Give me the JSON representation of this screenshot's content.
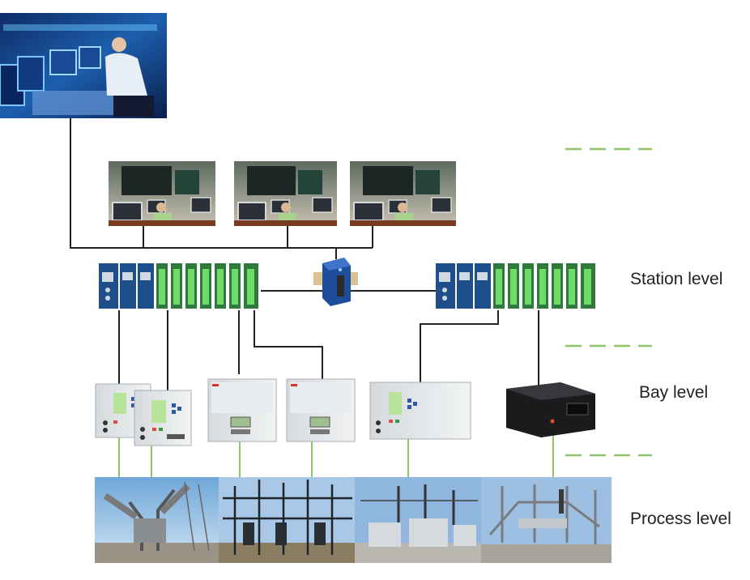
{
  "levels": {
    "station": "Station level",
    "bay": "Bay level",
    "process": "Process level"
  },
  "colors": {
    "wire": "#222222",
    "process_wire": "#8fc46e",
    "divider": "#8fc46e",
    "ied_panel": "#e2e6e9",
    "plc_blue": "#1f4f8a",
    "plc_green": "#5ec45e"
  }
}
